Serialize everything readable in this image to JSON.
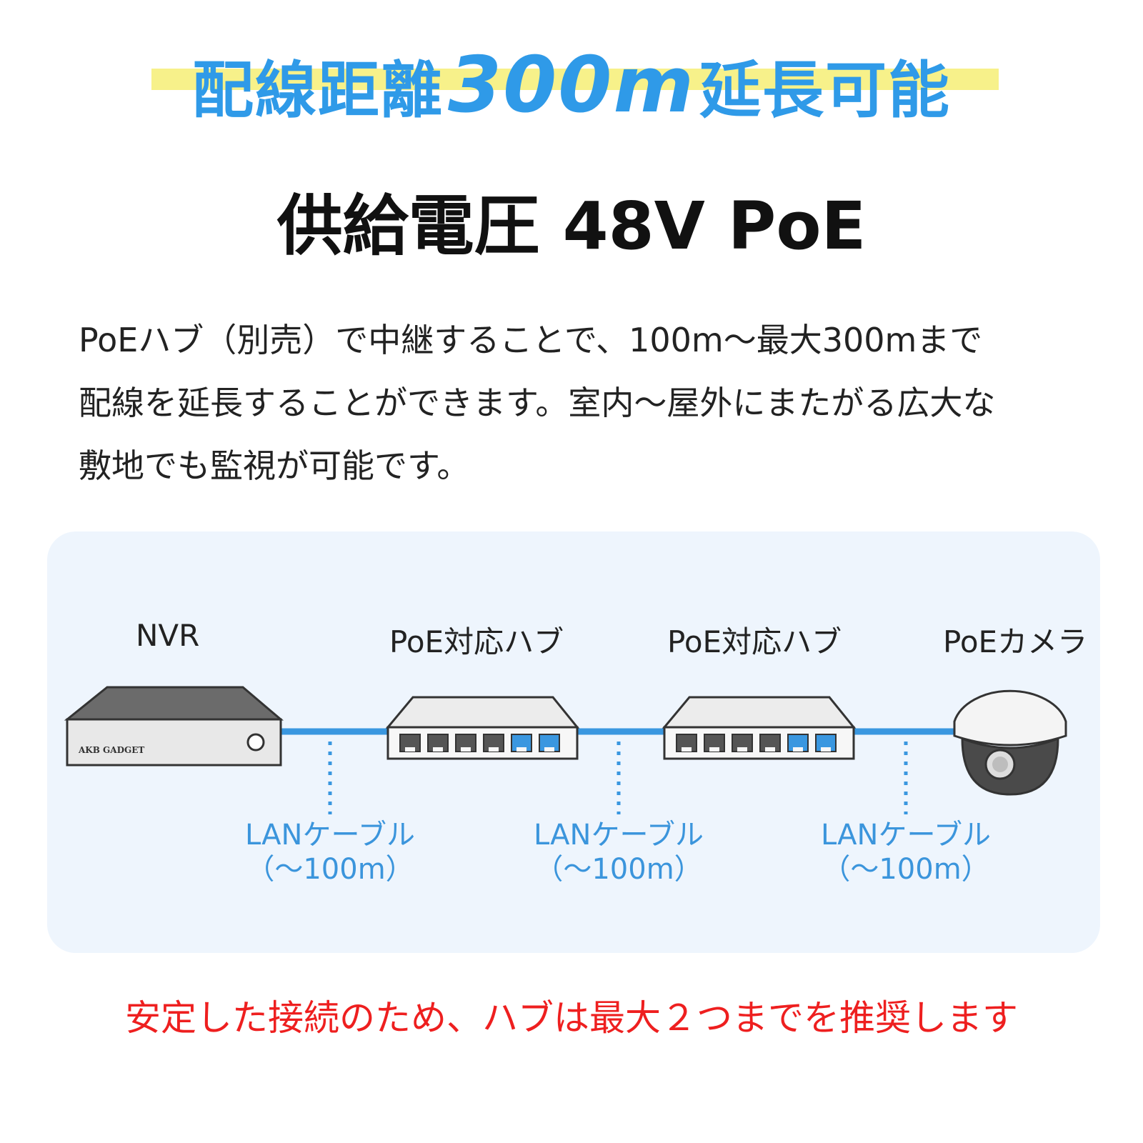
{
  "headline": {
    "prefix": "配線距離",
    "number": "300m",
    "suffix": "延長可能"
  },
  "subheading": "供給電圧 48V PoE",
  "description": [
    "PoEハブ（別売）で中継することで、100m～最大300mまで",
    "配線を延長することができます。室内～屋外にまたがる広大な",
    "敷地でも監視が可能です。"
  ],
  "diagram": {
    "devices": [
      "NVR",
      "PoE対応ハブ",
      "PoE対応ハブ",
      "PoEカメラ"
    ],
    "nvr_brand": "AKB GADGET",
    "cables": [
      {
        "label": "LANケーブル",
        "length": "（～100m）"
      },
      {
        "label": "LANケーブル",
        "length": "（～100m）"
      },
      {
        "label": "LANケーブル",
        "length": "（～100m）"
      }
    ],
    "colors": {
      "cable": "#3a97e0",
      "panel": "#eef5fd",
      "port_blue": "#3a97e0",
      "port_gray": "#555555"
    }
  },
  "notice": "安定した接続のため、ハブは最大２つまでを推奨します",
  "colors": {
    "headline": "#2f9ae8",
    "highlight": "#f7f18a",
    "notice": "#ee1f1f"
  }
}
